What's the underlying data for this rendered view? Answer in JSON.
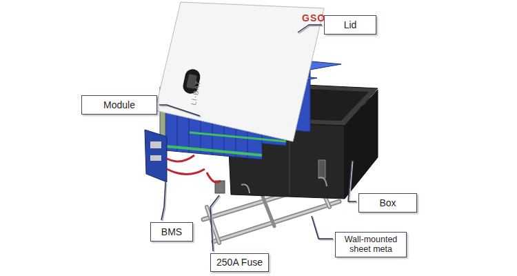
{
  "diagram": {
    "nodes": [
      {
        "text": [
          "Lid"
        ]
      },
      {
        "text": [
          "Module"
        ]
      },
      {
        "text": [
          "Box"
        ]
      },
      {
        "text": [
          "BMS"
        ]
      },
      {
        "text": [
          "Wall-mounted sheet meta"
        ]
      },
      {
        "text": [
          "250A Fuse"
        ]
      }
    ],
    "labels": [
      "GSO",
      "LI-BAT"
    ]
  }
}
